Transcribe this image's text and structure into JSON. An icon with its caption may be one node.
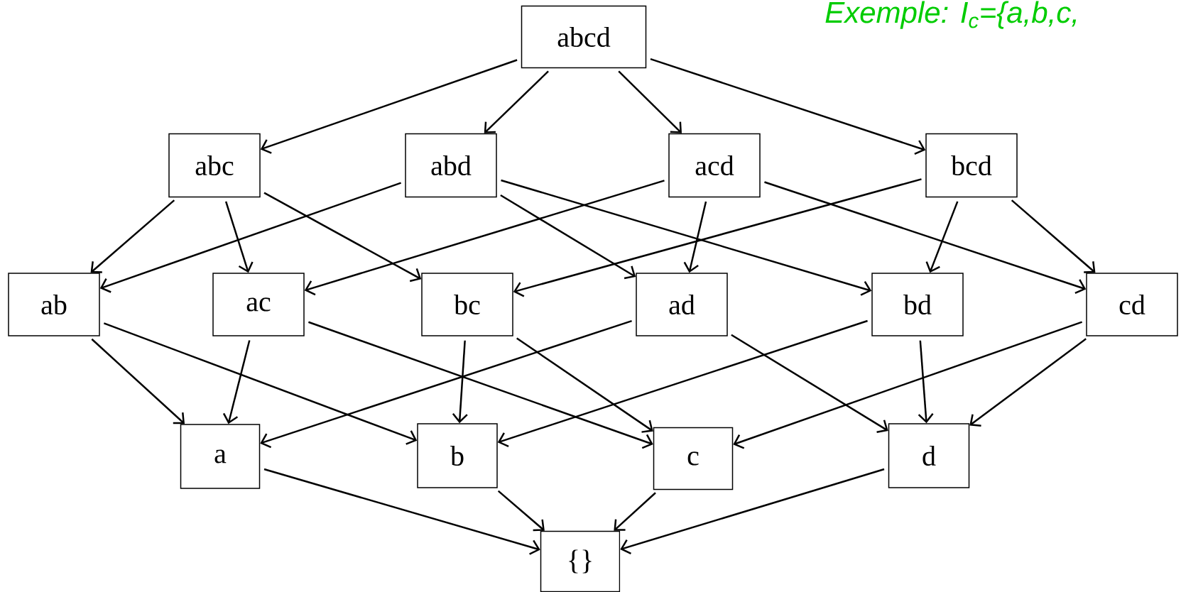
{
  "diagram": {
    "nodes": [
      {
        "text": [
          "abcd"
        ]
      },
      {
        "text": [
          "abc"
        ]
      },
      {
        "text": [
          "abd"
        ]
      },
      {
        "text": [
          "acd"
        ]
      },
      {
        "text": [
          "bcd"
        ]
      },
      {
        "text": [
          "ab"
        ]
      },
      {
        "text": [
          "ac"
        ]
      },
      {
        "text": [
          "bc"
        ]
      },
      {
        "text": [
          "ad"
        ]
      },
      {
        "text": [
          "bd"
        ]
      },
      {
        "text": [
          "cd"
        ]
      },
      {
        "text": [
          "a"
        ]
      },
      {
        "text": [
          "b"
        ]
      },
      {
        "text": [
          "c"
        ]
      },
      {
        "text": [
          "d"
        ]
      },
      {
        "text": [
          "{}"
        ]
      }
    ],
    "edges": [
      {
        "from": 0,
        "to": 1,
        "arrow": "to"
      },
      {
        "from": 0,
        "to": 2,
        "arrow": "to"
      },
      {
        "from": 0,
        "to": 3,
        "arrow": "to"
      },
      {
        "from": 0,
        "to": 4,
        "arrow": "to"
      },
      {
        "from": 1,
        "to": 5,
        "arrow": "to"
      },
      {
        "from": 1,
        "to": 6,
        "arrow": "to"
      },
      {
        "from": 1,
        "to": 7,
        "arrow": "to"
      },
      {
        "from": 2,
        "to": 5,
        "arrow": "to"
      },
      {
        "from": 2,
        "to": 8,
        "arrow": "to"
      },
      {
        "from": 2,
        "to": 9,
        "arrow": "to"
      },
      {
        "from": 3,
        "to": 6,
        "arrow": "to"
      },
      {
        "from": 3,
        "to": 8,
        "arrow": "to"
      },
      {
        "from": 3,
        "to": 10,
        "arrow": "to"
      },
      {
        "from": 4,
        "to": 7,
        "arrow": "to"
      },
      {
        "from": 4,
        "to": 9,
        "arrow": "to"
      },
      {
        "from": 4,
        "to": 10,
        "arrow": "to"
      },
      {
        "from": 5,
        "to": 11,
        "arrow": "to"
      },
      {
        "from": 5,
        "to": 12,
        "arrow": "to"
      },
      {
        "from": 6,
        "to": 11,
        "arrow": "to"
      },
      {
        "from": 6,
        "to": 13,
        "arrow": "to"
      },
      {
        "from": 7,
        "to": 12,
        "arrow": "to"
      },
      {
        "from": 7,
        "to": 13,
        "arrow": "to"
      },
      {
        "from": 8,
        "to": 11,
        "arrow": "to"
      },
      {
        "from": 8,
        "to": 14,
        "arrow": "to"
      },
      {
        "from": 9,
        "to": 12,
        "arrow": "to"
      },
      {
        "from": 9,
        "to": 14,
        "arrow": "to"
      },
      {
        "from": 10,
        "to": 13,
        "arrow": "to"
      },
      {
        "from": 10,
        "to": 14,
        "arrow": "to"
      },
      {
        "from": 11,
        "to": 15,
        "arrow": "to"
      },
      {
        "from": 12,
        "to": 15,
        "arrow": "to"
      },
      {
        "from": 13,
        "to": 15,
        "arrow": "to"
      },
      {
        "from": 14,
        "to": 15,
        "arrow": "to"
      }
    ],
    "labels": [
      "Exemple: I$_{c}$={a,b,c,"
    ]
  }
}
